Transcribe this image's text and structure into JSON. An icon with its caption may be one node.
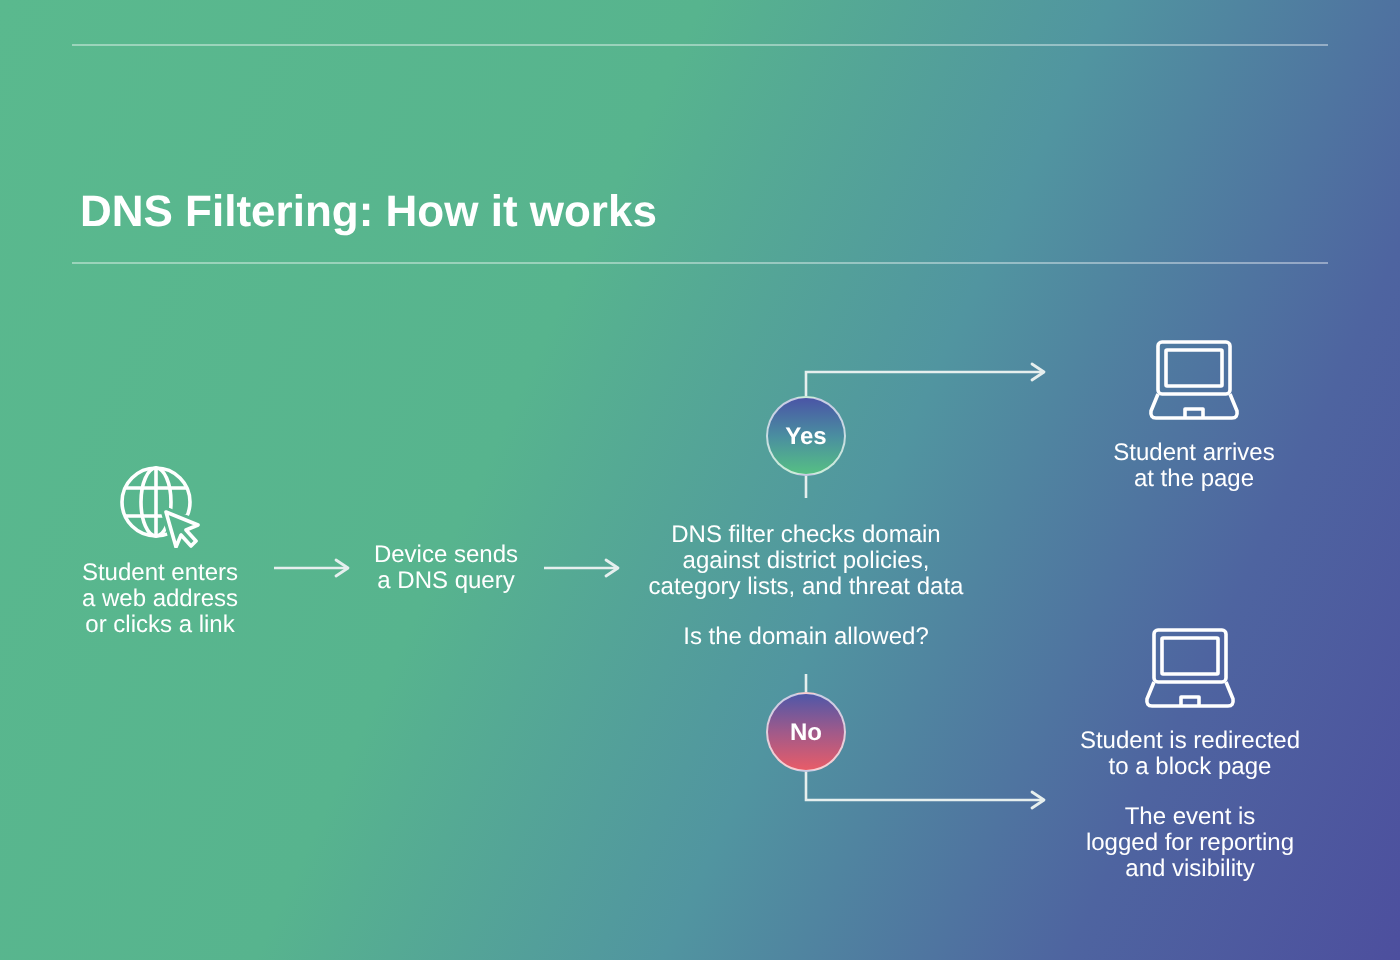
{
  "diagram": {
    "title": "DNS Filtering: How it works",
    "nodes": [
      {
        "text": [
          "Student enters a web address or clicks a link"
        ]
      },
      {
        "text": [
          "Device sends a DNS query"
        ]
      },
      {
        "text": [
          "DNS filter checks domain against district policies, category lists, and threat data",
          "Is the domain allowed?"
        ]
      },
      {
        "text": [
          "Yes"
        ]
      },
      {
        "text": [
          "No"
        ]
      },
      {
        "text": [
          "Student arrives at the page"
        ]
      },
      {
        "text": [
          "Student is redirected to a block page",
          "The event is logged for reporting and visibility"
        ]
      }
    ],
    "edges": [
      {
        "from": 0,
        "to": 1,
        "arrow": "to"
      },
      {
        "from": 1,
        "to": 2,
        "arrow": "to"
      },
      {
        "from": 2,
        "to": 3,
        "arrow": "none"
      },
      {
        "from": 3,
        "to": 5,
        "arrow": "to"
      },
      {
        "from": 2,
        "to": 4,
        "arrow": "none"
      },
      {
        "from": 4,
        "to": 6,
        "arrow": "to"
      }
    ]
  }
}
